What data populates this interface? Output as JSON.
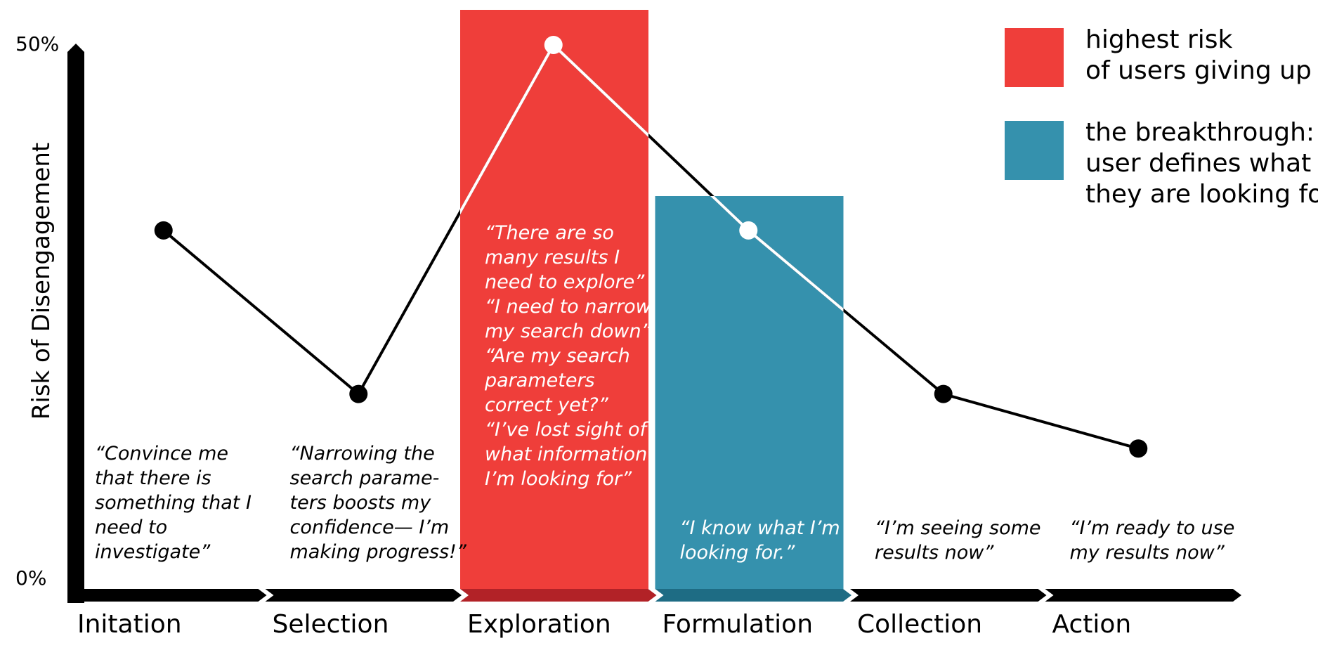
{
  "chart_data": {
    "type": "line",
    "ylabel": "Risk of Disengagement",
    "ylim": [
      0,
      50
    ],
    "y_ticks": [
      "0%",
      "50%"
    ],
    "categories": [
      "Initation",
      "Selection",
      "Exploration",
      "Formulation",
      "Collection",
      "Action"
    ],
    "values": [
      33,
      18,
      50,
      33,
      18,
      13
    ],
    "quotes": [
      "“Convince me\nthat there is\nsomething that I\nneed to\ninvestigate”",
      "“Narrowing the\nsearch parame-\nters boosts my\nconfidence— I’m\nmaking progress!”",
      "“There are so\nmany results I\nneed to explore”\n\n“I need to narrow\nmy search down”\n\n“Are my search\nparameters\ncorrect yet?”\n\n“I’ve lost sight of\nwhat information\nI’m looking for”",
      "“I know what I’m\nlooking for.”",
      "“I’m seeing some\nresults now”",
      "“I’m ready to use\nmy results now”"
    ],
    "highlights": [
      {
        "category": "Exploration",
        "color": "#ef3e3a",
        "legend": "highest risk\nof users giving up"
      },
      {
        "category": "Formulation",
        "color": "#3591ad",
        "legend": "the breakthrough:\nuser defines what\nthey are looking for"
      }
    ]
  },
  "colors": {
    "red": "#ef3e3a",
    "red_dark": "#b22227",
    "teal": "#3591ad",
    "teal_dark": "#1e6c84",
    "ink": "#000000"
  }
}
